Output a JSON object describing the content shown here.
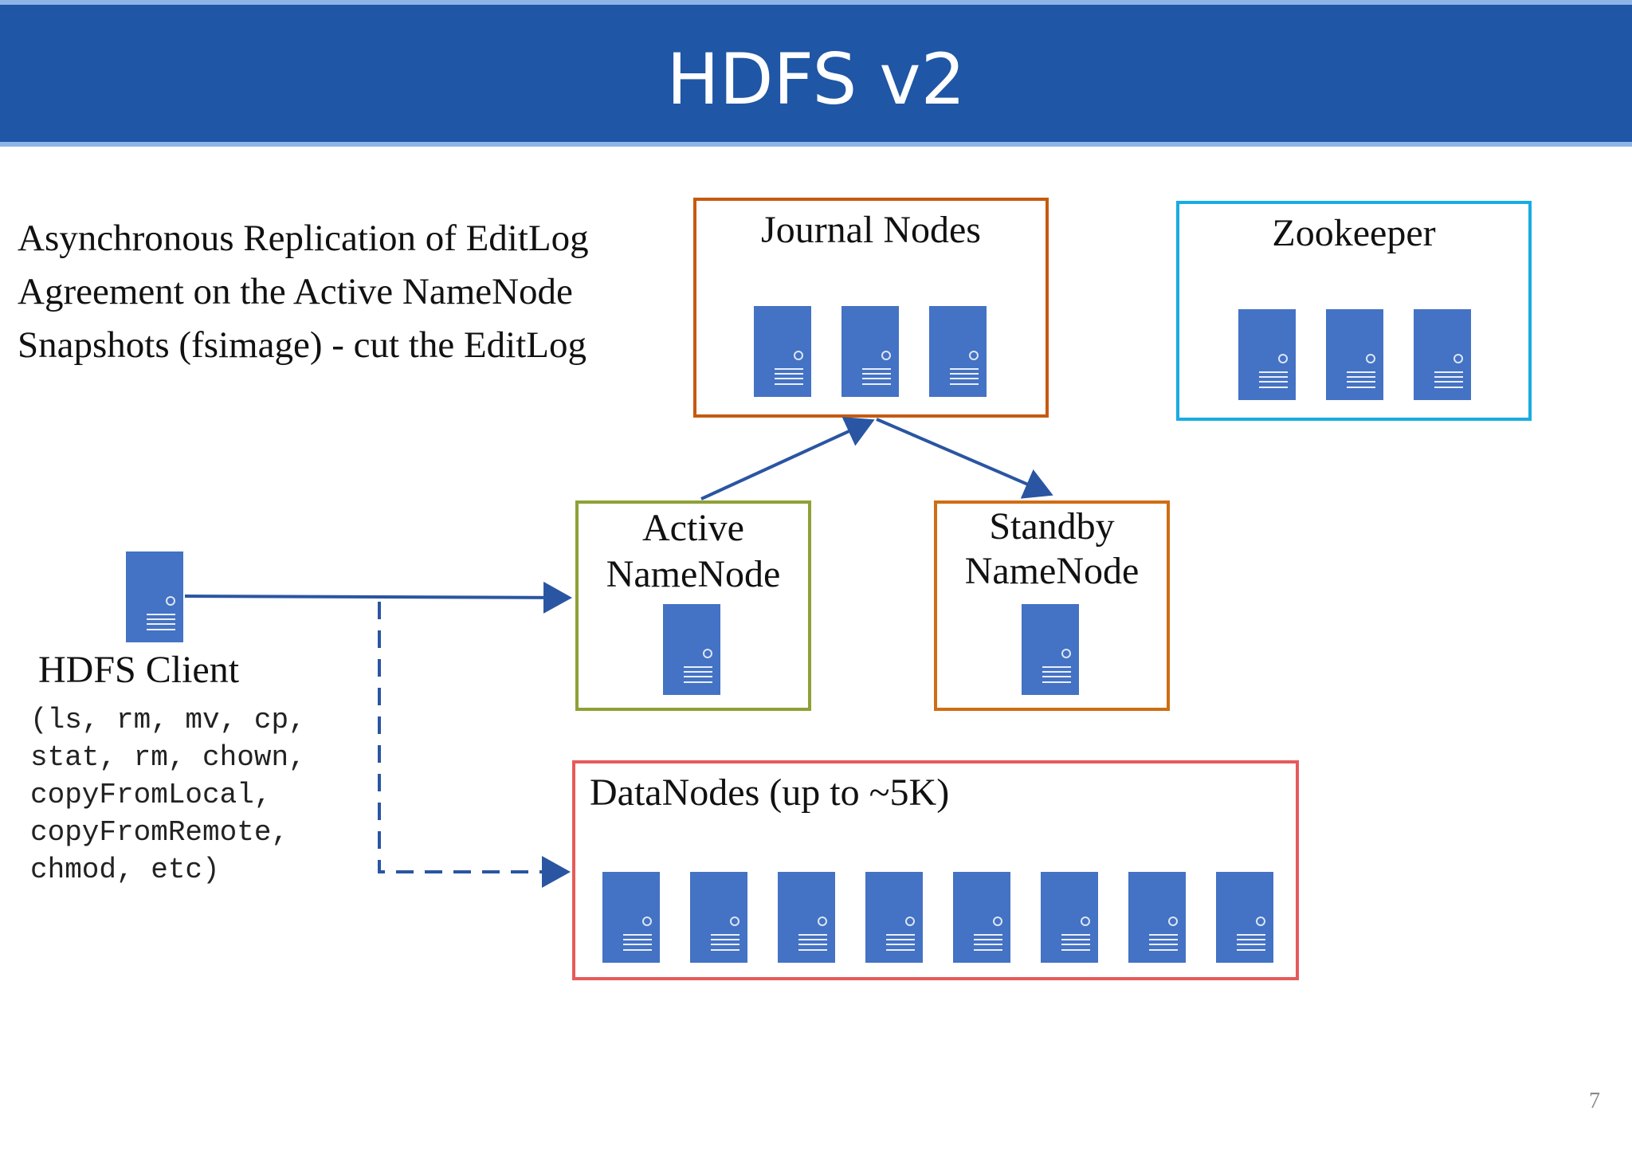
{
  "header": {
    "title": "HDFS v2"
  },
  "bullets": [
    "Asynchronous Replication of EditLog",
    "Agreement on the Active NameNode",
    "Snapshots (fsimage) - cut the EditLog"
  ],
  "journal_nodes": {
    "label": "Journal Nodes",
    "servers": 3
  },
  "zookeeper": {
    "label": "Zookeeper",
    "servers": 3
  },
  "active_namenode": {
    "label_line1": "Active",
    "label_line2": "NameNode"
  },
  "standby_namenode": {
    "label_line1": "Standby",
    "label_line2": "NameNode"
  },
  "datanodes": {
    "label": "DataNodes (up to ~5K)",
    "servers": 8
  },
  "client": {
    "label": "HDFS Client",
    "commands": "(ls, rm, mv, cp,\nstat, rm, chown,\ncopyFromLocal,\ncopyFromRemote,\nchmod, etc)"
  },
  "page_number": "7",
  "colors": {
    "header": "#1f56a5",
    "server": "#4472c4",
    "arrow": "#2a55a2",
    "journal_border": "#c55a11",
    "zookeeper_border": "#19ace3",
    "active_border": "#8ea135",
    "standby_border": "#cf6d14",
    "datanodes_border": "#e65a5a"
  }
}
